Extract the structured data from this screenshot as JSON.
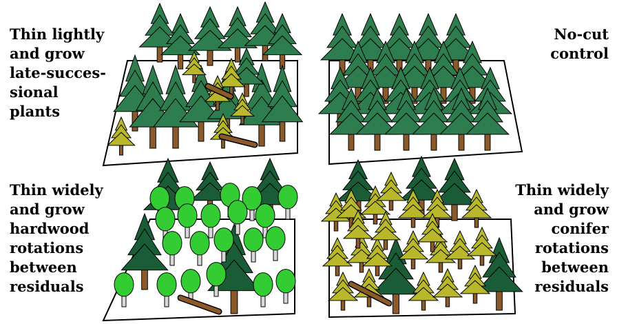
{
  "labels": {
    "top_left": [
      "Thin lightly",
      "and grow",
      "late-succes-",
      "sional",
      "plants"
    ],
    "top_right": [
      "No-cut",
      "control"
    ],
    "bottom_left": [
      "Thin widely",
      "and grow",
      "hardwood",
      "rotations",
      "between",
      "residuals"
    ],
    "bottom_right": [
      "Thin widely",
      "and grow",
      "conifer",
      "rotations",
      "between",
      "residuals"
    ]
  },
  "colors": {
    "conifer": "#2e7d4f",
    "conifer_dark": "#1a5c36",
    "young_conifer": "#b8b82a",
    "hardwood": "#33cc33",
    "trunk": "#8b5a2b",
    "ground": "#ffffff",
    "outline": "#000000"
  }
}
